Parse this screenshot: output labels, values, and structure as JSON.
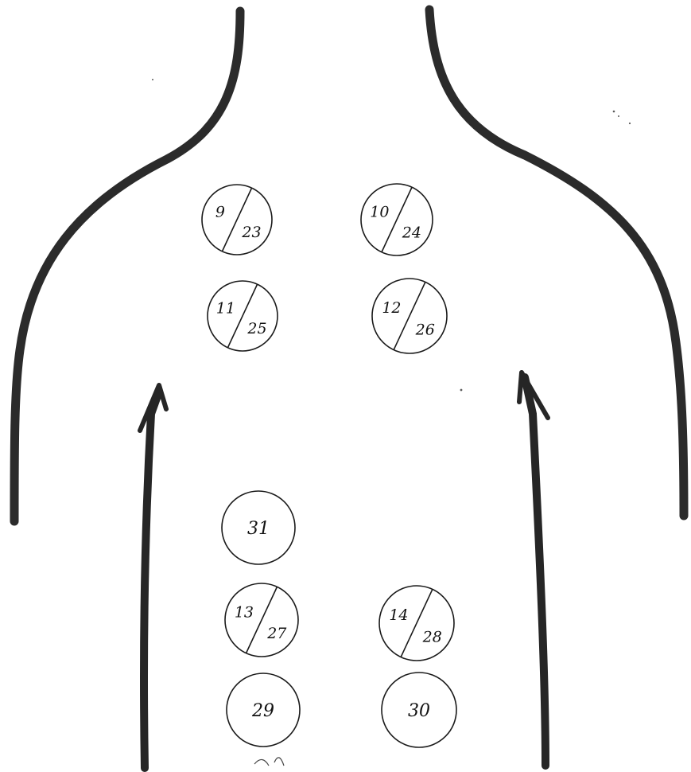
{
  "spots": [
    {
      "id": "9-23",
      "top": "9",
      "bottom": "23"
    },
    {
      "id": "10-24",
      "top": "10",
      "bottom": "24"
    },
    {
      "id": "11-25",
      "top": "11",
      "bottom": "25"
    },
    {
      "id": "12-26",
      "top": "12",
      "bottom": "26"
    },
    {
      "id": "31",
      "label": "31"
    },
    {
      "id": "13-27",
      "top": "13",
      "bottom": "27"
    },
    {
      "id": "14-28",
      "top": "14",
      "bottom": "28"
    },
    {
      "id": "29",
      "label": "29"
    },
    {
      "id": "30",
      "label": "30"
    }
  ],
  "arrows": [
    {
      "side": "left",
      "direction": "up"
    },
    {
      "side": "right",
      "direction": "up"
    }
  ],
  "colors": {
    "outline": "#2b2b2b",
    "ink": "#111111",
    "background": "#ffffff"
  }
}
